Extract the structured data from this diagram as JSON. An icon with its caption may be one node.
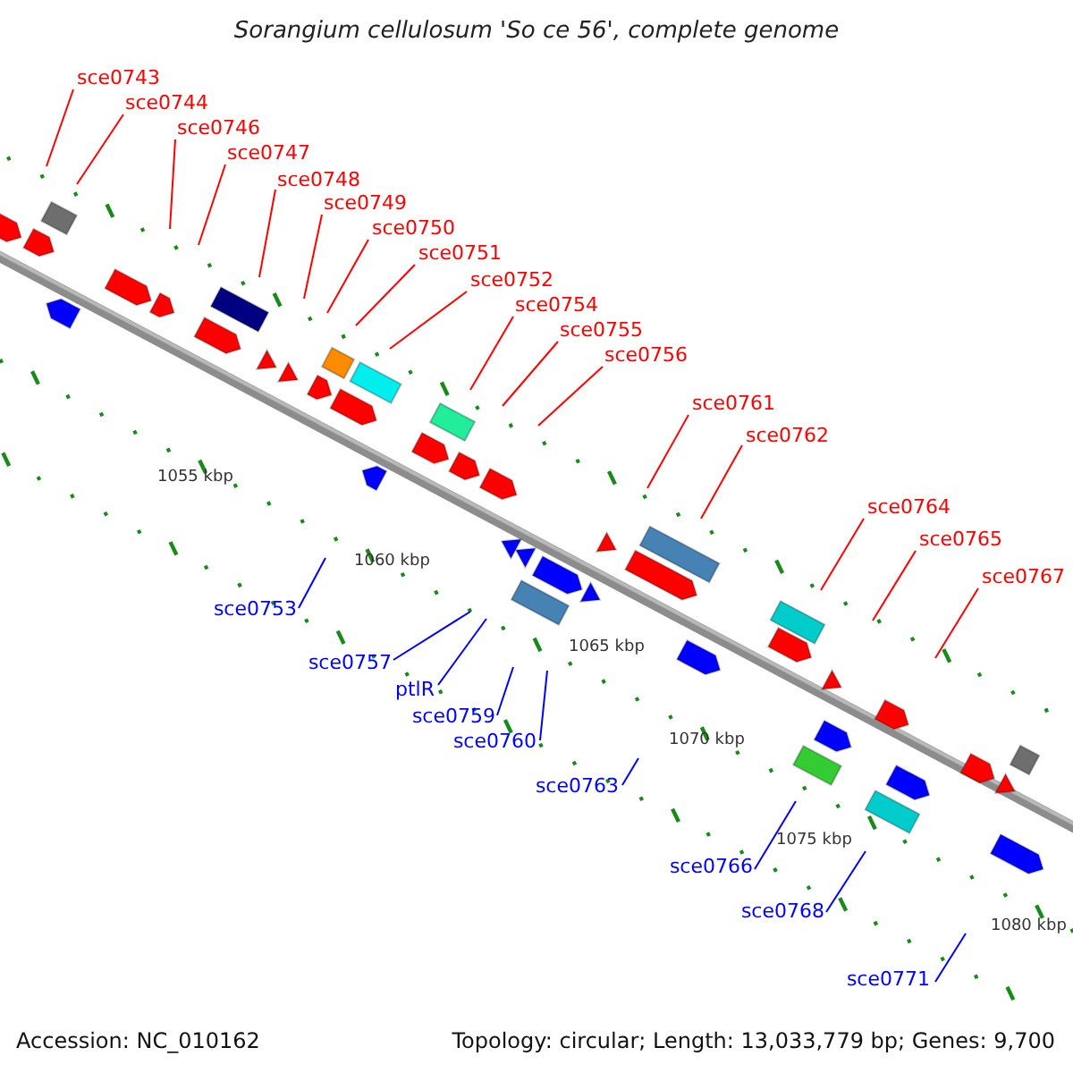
{
  "diagram": {
    "title": "Sorangium cellulosum 'So ce 56', complete genome",
    "nodes": [
      {
        "text": [
          "sce0743"
        ]
      },
      {
        "text": [
          "sce0744"
        ]
      },
      {
        "text": [
          "sce0746"
        ]
      },
      {
        "text": [
          "sce0747"
        ]
      },
      {
        "text": [
          "sce0748"
        ]
      },
      {
        "text": [
          "sce0749"
        ]
      },
      {
        "text": [
          "sce0750"
        ]
      },
      {
        "text": [
          "sce0751"
        ]
      },
      {
        "text": [
          "sce0752"
        ]
      },
      {
        "text": [
          "sce0753"
        ]
      },
      {
        "text": [
          "sce0754"
        ]
      },
      {
        "text": [
          "sce0755"
        ]
      },
      {
        "text": [
          "sce0756"
        ]
      },
      {
        "text": [
          "sce0757"
        ]
      },
      {
        "text": [
          "ptlR"
        ]
      },
      {
        "text": [
          "sce0759"
        ]
      },
      {
        "text": [
          "sce0760"
        ]
      },
      {
        "text": [
          "sce0761"
        ]
      },
      {
        "text": [
          "sce0762"
        ]
      },
      {
        "text": [
          "sce0763"
        ]
      },
      {
        "text": [
          "sce0764"
        ]
      },
      {
        "text": [
          "sce0765"
        ]
      },
      {
        "text": [
          "sce0766"
        ]
      },
      {
        "text": [
          "sce0767"
        ]
      },
      {
        "text": [
          "sce0768"
        ]
      },
      {
        "text": [
          "sce0771"
        ]
      }
    ],
    "edges": [
      {
        "from": 0,
        "to": null,
        "arrow": "none"
      },
      {
        "from": 1,
        "to": null,
        "arrow": "none"
      },
      {
        "from": 2,
        "to": null,
        "arrow": "none"
      },
      {
        "from": 3,
        "to": null,
        "arrow": "none"
      },
      {
        "from": 4,
        "to": null,
        "arrow": "none"
      },
      {
        "from": 5,
        "to": null,
        "arrow": "none"
      },
      {
        "from": 6,
        "to": null,
        "arrow": "none"
      },
      {
        "from": 7,
        "to": null,
        "arrow": "none"
      },
      {
        "from": 8,
        "to": null,
        "arrow": "none"
      },
      {
        "from": 9,
        "to": null,
        "arrow": "none",
        "color": "#0000ff"
      },
      {
        "from": 10,
        "to": null,
        "arrow": "none"
      },
      {
        "from": 11,
        "to": null,
        "arrow": "none"
      },
      {
        "from": 12,
        "to": null,
        "arrow": "none"
      },
      {
        "from": 13,
        "to": null,
        "arrow": "none",
        "color": "#0000ff"
      },
      {
        "from": 14,
        "to": null,
        "arrow": "none",
        "color": "#0000ff"
      },
      {
        "from": 15,
        "to": null,
        "arrow": "none",
        "color": "#0000ff"
      },
      {
        "from": 16,
        "to": null,
        "arrow": "none",
        "color": "#0000ff"
      },
      {
        "from": 17,
        "to": null,
        "arrow": "none"
      },
      {
        "from": 18,
        "to": null,
        "arrow": "none"
      },
      {
        "from": 19,
        "to": null,
        "arrow": "none",
        "color": "#0000ff"
      },
      {
        "from": 20,
        "to": null,
        "arrow": "none"
      },
      {
        "from": 21,
        "to": null,
        "arrow": "none"
      },
      {
        "from": 22,
        "to": null,
        "arrow": "none",
        "color": "#0000ff"
      },
      {
        "from": 23,
        "to": null,
        "arrow": "none"
      },
      {
        "from": 24,
        "to": null,
        "arrow": "none",
        "color": "#0000ff"
      },
      {
        "from": 25,
        "to": null,
        "arrow": "none",
        "color": "#0000ff"
      }
    ],
    "labels": [
      "1055 kbp",
      "1060 kbp",
      "1065 kbp",
      "1070 kbp",
      "1075 kbp",
      "1080 kbp",
      "Accession: NC_010162",
      "Topology: circular; Length: 13,033,779 bp; Genes: 9,700"
    ]
  }
}
